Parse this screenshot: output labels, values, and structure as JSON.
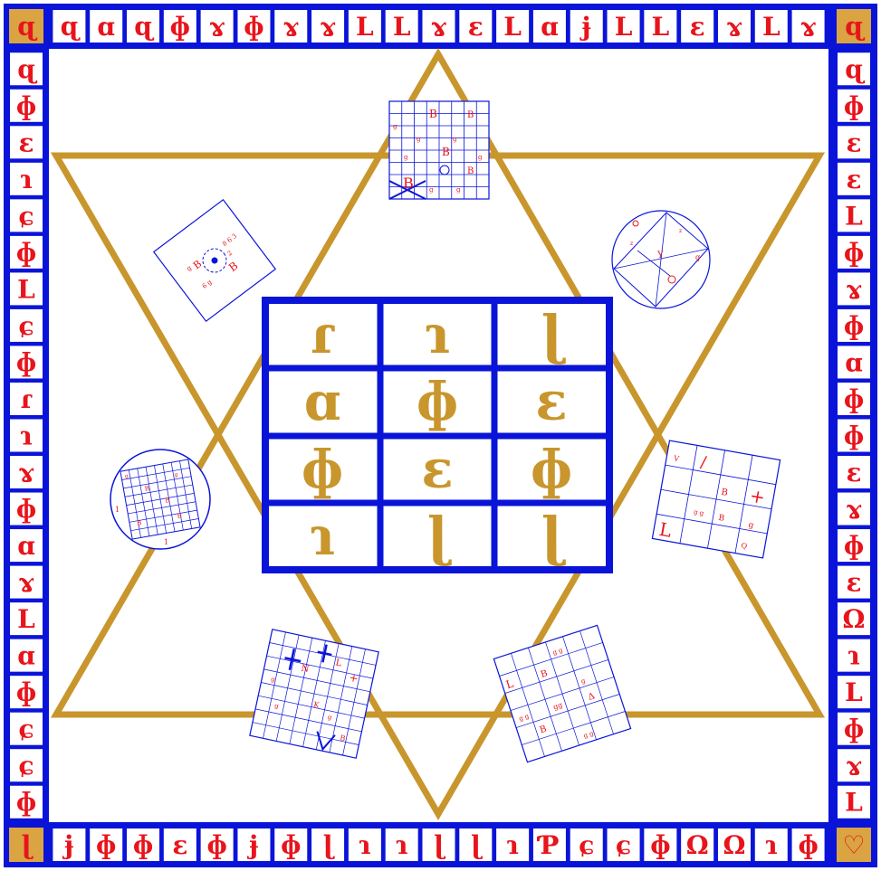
{
  "colors": {
    "border_blue": "#0a14d8",
    "glyph_red": "#e8141c",
    "gold": "#c8962c",
    "corner_gold": "#d9a441",
    "background": "#ffffff",
    "cell_bg": "#ffffff"
  },
  "border": {
    "top": [
      "ɋ",
      "ɑ",
      "ɋ",
      "ɸ",
      "ɤ",
      "ɸ",
      "ɤ",
      "ɤ",
      "Ⅼ",
      "Ⅼ",
      "ɤ",
      "ɛ",
      "Ⅼ",
      "ɑ",
      "ɉ",
      "Ⅼ",
      "Ⅼ",
      "ɛ",
      "ɤ",
      "Ⅼ",
      "ɤ"
    ],
    "bottom": [
      "ɉ",
      "ɸ",
      "ɸ",
      "ɛ",
      "ɸ",
      "ɉ",
      "ɸ",
      "ɭ",
      "ɿ",
      "ɿ",
      "ɭ",
      "ɭ",
      "ɿ",
      "Ƥ",
      "ɕ",
      "ɕ",
      "ɸ",
      "Ω",
      "Ω",
      "ɿ",
      "ɸ"
    ],
    "left": [
      "ɋ",
      "ɸ",
      "ɛ",
      "ɿ",
      "ɕ",
      "ɸ",
      "Ⅼ",
      "ɕ",
      "ɸ",
      "ɾ",
      "ɿ",
      "ɤ",
      "ɸ",
      "ɑ",
      "ɤ",
      "Ⅼ",
      "ɑ",
      "ɸ",
      "ɕ",
      "ɕ",
      "ɸ"
    ],
    "right": [
      "ɋ",
      "ɸ",
      "ɛ",
      "ɛ",
      "Ⅼ",
      "ɸ",
      "ɤ",
      "ɸ",
      "ɑ",
      "ɸ",
      "ɸ",
      "ɛ",
      "ɤ",
      "ɸ",
      "ɛ",
      "Ω",
      "ɿ",
      "Ⅼ",
      "ɸ",
      "ɤ",
      "Ⅼ"
    ],
    "corners": {
      "top_left": "ɋ",
      "top_right": "ɋ",
      "bottom_left": "ɭ",
      "bottom_right": "♡"
    }
  },
  "center_grid": {
    "rows": [
      [
        "ɾ",
        "ɿ",
        "ɭ"
      ],
      [
        "ɑ",
        "ɸ",
        "ɛ"
      ],
      [
        "ɸ",
        "ɛ",
        "ɸ"
      ],
      [
        "ɿ",
        "ɭ",
        "ɭ"
      ]
    ]
  },
  "talismans": [
    {
      "id": "top-square",
      "kind": "grid",
      "label": "B"
    },
    {
      "id": "upper-left-diamond",
      "kind": "seal",
      "label": "B"
    },
    {
      "id": "upper-right-circle",
      "kind": "circle-square"
    },
    {
      "id": "left-circle",
      "kind": "circle-grid"
    },
    {
      "id": "right-square",
      "kind": "grid",
      "label": "B"
    },
    {
      "id": "lower-left-square",
      "kind": "grid",
      "label": "B"
    },
    {
      "id": "lower-right-square",
      "kind": "grid",
      "label": "B"
    }
  ]
}
